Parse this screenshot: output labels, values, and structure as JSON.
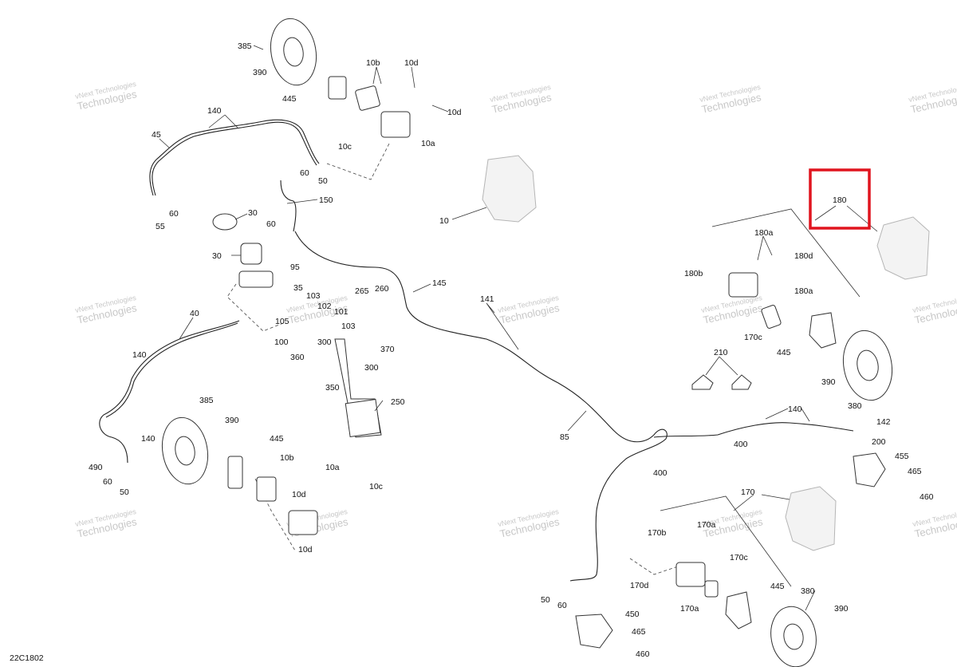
{
  "drawing_code": "22C1802",
  "watermark_top": "vNext Technologies",
  "watermark_bottom": "Technologies",
  "highlight_color": "#e0141e",
  "highlighted_callout": "180",
  "callouts": {
    "c385_tl": "385",
    "c390_tl": "390",
    "c445_tl": "445",
    "c10b_t": "10b",
    "c10d_t1": "10d",
    "c10d_t2": "10d",
    "c10c_t": "10c",
    "c10a_t": "10a",
    "c140_t": "140",
    "c45": "45",
    "c60_t1": "60",
    "c50_t": "50",
    "c60_t2": "60",
    "c55": "55",
    "c150": "150",
    "c30_a": "30",
    "c60_m": "60",
    "c10_m": "10",
    "c30_b": "30",
    "c95": "95",
    "c35": "35",
    "c103_a": "103",
    "c102": "102",
    "c101": "101",
    "c265": "265",
    "c260": "260",
    "c145": "145",
    "c141": "141",
    "c105": "105",
    "c103_b": "103",
    "c100": "100",
    "c300_a": "300",
    "c370": "370",
    "c300_b": "300",
    "c360": "360",
    "c350": "350",
    "c250": "250",
    "c40": "40",
    "c140_l1": "140",
    "c140_l2": "140",
    "c490": "490",
    "c60_bl": "60",
    "c50_bl": "50",
    "c385_bl": "385",
    "c390_bl": "390",
    "c445_bl": "445",
    "c10b_b": "10b",
    "c10a_b": "10a",
    "c10c_b": "10c",
    "c10d_b1": "10d",
    "c10d_b2": "10d",
    "c180": "180",
    "c180a_1": "180a",
    "c180d": "180d",
    "c180b": "180b",
    "c180a_2": "180a",
    "c170c_r": "170c",
    "c445_r": "445",
    "c210": "210",
    "c390_r": "390",
    "c380_r": "380",
    "c85": "85",
    "c140_r": "140",
    "c142": "142",
    "c200": "200",
    "c400_a": "400",
    "c400_b": "400",
    "c455": "455",
    "c465_r": "465",
    "c460_r": "460",
    "c170": "170",
    "c170b": "170b",
    "c170a_1": "170a",
    "c170c_b": "170c",
    "c170d": "170d",
    "c170a_2": "170a",
    "c445_br": "445",
    "c380_br": "380",
    "c390_br": "390",
    "c50_b": "50",
    "c60_b": "60",
    "c450": "450",
    "c465_b": "465",
    "c460_b": "460"
  }
}
